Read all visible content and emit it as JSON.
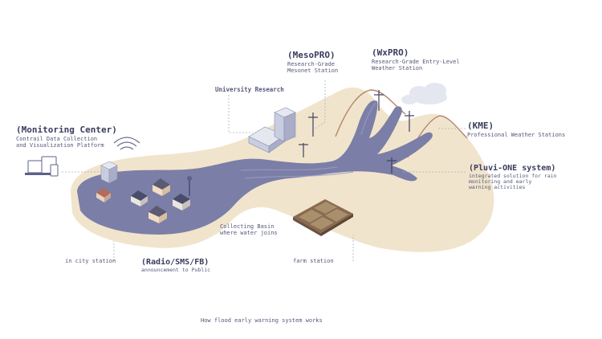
{
  "labels": {
    "monitoring_center": {
      "title": "(Monitoring Center)",
      "line1": "Contrail Data Collection",
      "line2": "and Visualization Platform"
    },
    "university": {
      "title": "University Research"
    },
    "mesopro": {
      "title": "(MesoPRO)",
      "line1": "Research-Grade",
      "line2": "Mesonet Station"
    },
    "wxpro": {
      "title": "(WxPRO)",
      "line1": "Research-Grade Entry-Level",
      "line2": "Weather Station"
    },
    "kme": {
      "title": "(KME)",
      "line1": "Professional Weather Stations"
    },
    "pluvi": {
      "title": "(Pluvi-ONE system)",
      "line1": "integrated solution for rain",
      "line2": "monitoring and early",
      "line3": "warning activities"
    },
    "collecting_basin": {
      "line1": "Collecting Basin",
      "line2": "where water joins"
    },
    "in_city": {
      "title": "in city station"
    },
    "radio": {
      "title": "(Radio/SMS/FB)",
      "line1": "announcement to Public"
    },
    "farm": {
      "title": "farm station"
    }
  },
  "caption": "How flood early warning system works",
  "colors": {
    "land": "#f1e4cc",
    "water": "#7b7ea6",
    "water_dark": "#5d6088",
    "ridge": "#b5856a",
    "text": "#3f4162",
    "leader": "#aab0c0"
  }
}
